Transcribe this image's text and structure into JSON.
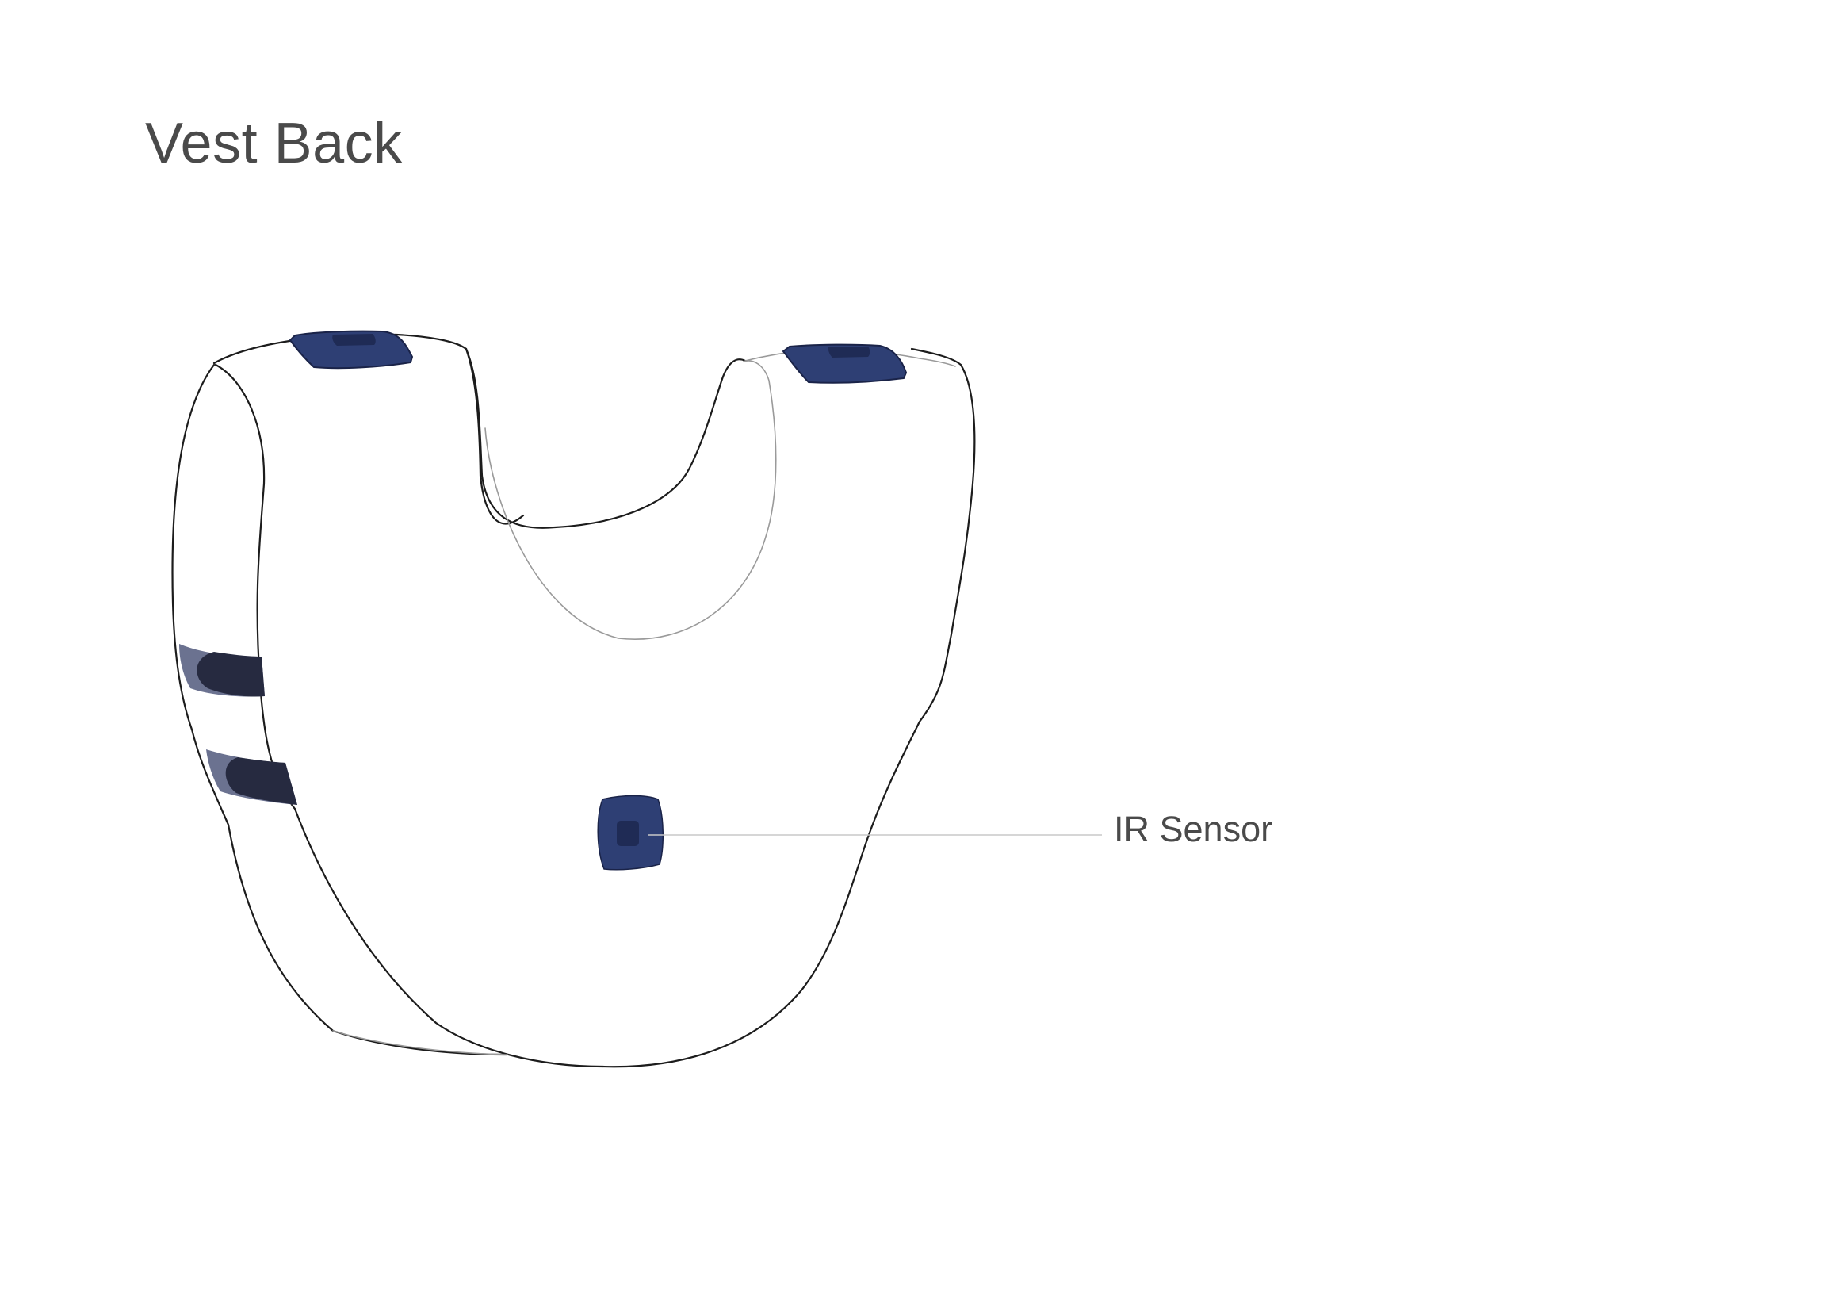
{
  "diagram": {
    "title": "Vest Back",
    "callouts": [
      {
        "label": "IR Sensor",
        "target": "back-ir-sensor"
      }
    ]
  },
  "colors": {
    "outline": "#1c1c1c",
    "outline_light": "#9a9a9a",
    "module_fill": "#2e3f74",
    "module_inner": "#1f2b55",
    "module_edge": "#1a2348",
    "strap_dark": "#262a40",
    "strap_light": "#6b7290",
    "leader_line": "#c8c8c8",
    "text": "#4a4a4a"
  },
  "icons": [
    "shoulder-module-icon",
    "ir-sensor-icon",
    "side-strap-icon"
  ]
}
